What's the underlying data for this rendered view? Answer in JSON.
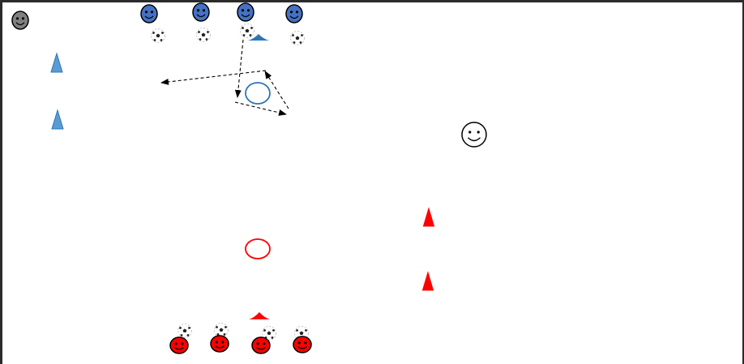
{
  "diagram": {
    "kind": "soccer-drill",
    "background": "#ffffff",
    "frame": "#2b2b2b",
    "colors": {
      "team_blue": "#4472c4",
      "team_red": "#ff0000",
      "cone_blue": "#5b9bd5",
      "cone_blue_dark": "#2e75b6",
      "cone_red": "#ff0000",
      "neutral": "#808080",
      "coach": "#ffffff",
      "arrow": "#000000"
    },
    "elements": {
      "blue_players": 4,
      "red_players": 4,
      "blue_balls": 4,
      "red_balls": 4,
      "blue_cones": 2,
      "red_cones": 2,
      "blue_markers": 1,
      "red_markers": 1,
      "target_rings": 2,
      "neutral_players": 1,
      "coaches": 1,
      "pass_arrows": 4
    },
    "icons": {
      "player": "smiley-face-icon",
      "ball": "soccer-ball-icon",
      "cone": "cone-icon",
      "marker": "flat-marker-icon",
      "ring": "hoop-ring-icon",
      "arrow": "dashed-pass-arrow-icon"
    },
    "arrow_style": "dashed"
  }
}
